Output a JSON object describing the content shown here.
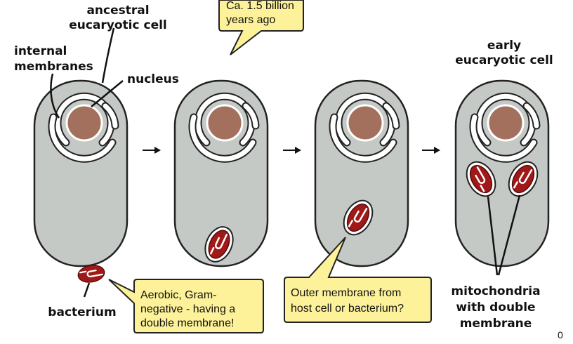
{
  "labels": {
    "ancestral_line1": "ancestral",
    "ancestral_line2": "eucaryotic cell",
    "internal_line1": "internal",
    "internal_line2": "membranes",
    "nucleus": "nucleus",
    "early_line1": "early",
    "early_line2": "eucaryotic cell",
    "bacterium": "bacterium",
    "mito_line1": "mitochondria",
    "mito_line2": "with double",
    "mito_line3": "membrane"
  },
  "callouts": {
    "time_line1": "Ca. 1.5 billion",
    "time_line2": "years ago",
    "aerobic_line1": "Aerobic, Gram-",
    "aerobic_line2": "negative - having a",
    "aerobic_line3": "double membrane!",
    "outer_line1": "Outer membrane from",
    "outer_line2": "host cell or bacterium?"
  },
  "page_number": "0",
  "colors": {
    "cell_fill": "#c5c9c6",
    "cell_stroke": "#222222",
    "nucleus_fill": "#a4705e",
    "mito_fill": "#a01818",
    "callout_fill": "#fdf29a"
  }
}
